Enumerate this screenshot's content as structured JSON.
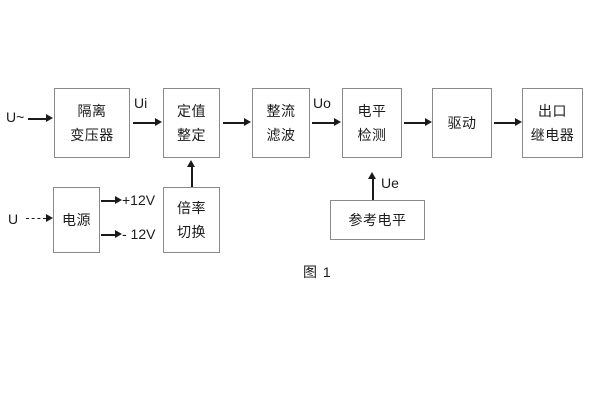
{
  "figure": {
    "caption": "图 1",
    "blocks": [
      {
        "id": "isolation-transformer",
        "lines": [
          "隔离",
          "变压器"
        ]
      },
      {
        "id": "setting-value",
        "lines": [
          "定值",
          "整定"
        ]
      },
      {
        "id": "rectify-filter",
        "lines": [
          "整流",
          "滤波"
        ]
      },
      {
        "id": "level-detection",
        "lines": [
          "电平",
          "检测"
        ]
      },
      {
        "id": "drive",
        "lines": [
          "驱动"
        ]
      },
      {
        "id": "output-relay",
        "lines": [
          "出口",
          "继电器"
        ]
      },
      {
        "id": "power-supply",
        "lines": [
          "电源"
        ]
      },
      {
        "id": "multiplier-switch",
        "lines": [
          "倍率",
          "切换"
        ]
      },
      {
        "id": "reference-level",
        "lines": [
          "参考电平"
        ]
      }
    ],
    "labels": {
      "input_ac": "U~",
      "ui": "Ui",
      "uo": "Uo",
      "ue": "Ue",
      "power_input": "U",
      "rail_positive": "+12V",
      "rail_negative": "- 12V"
    }
  }
}
